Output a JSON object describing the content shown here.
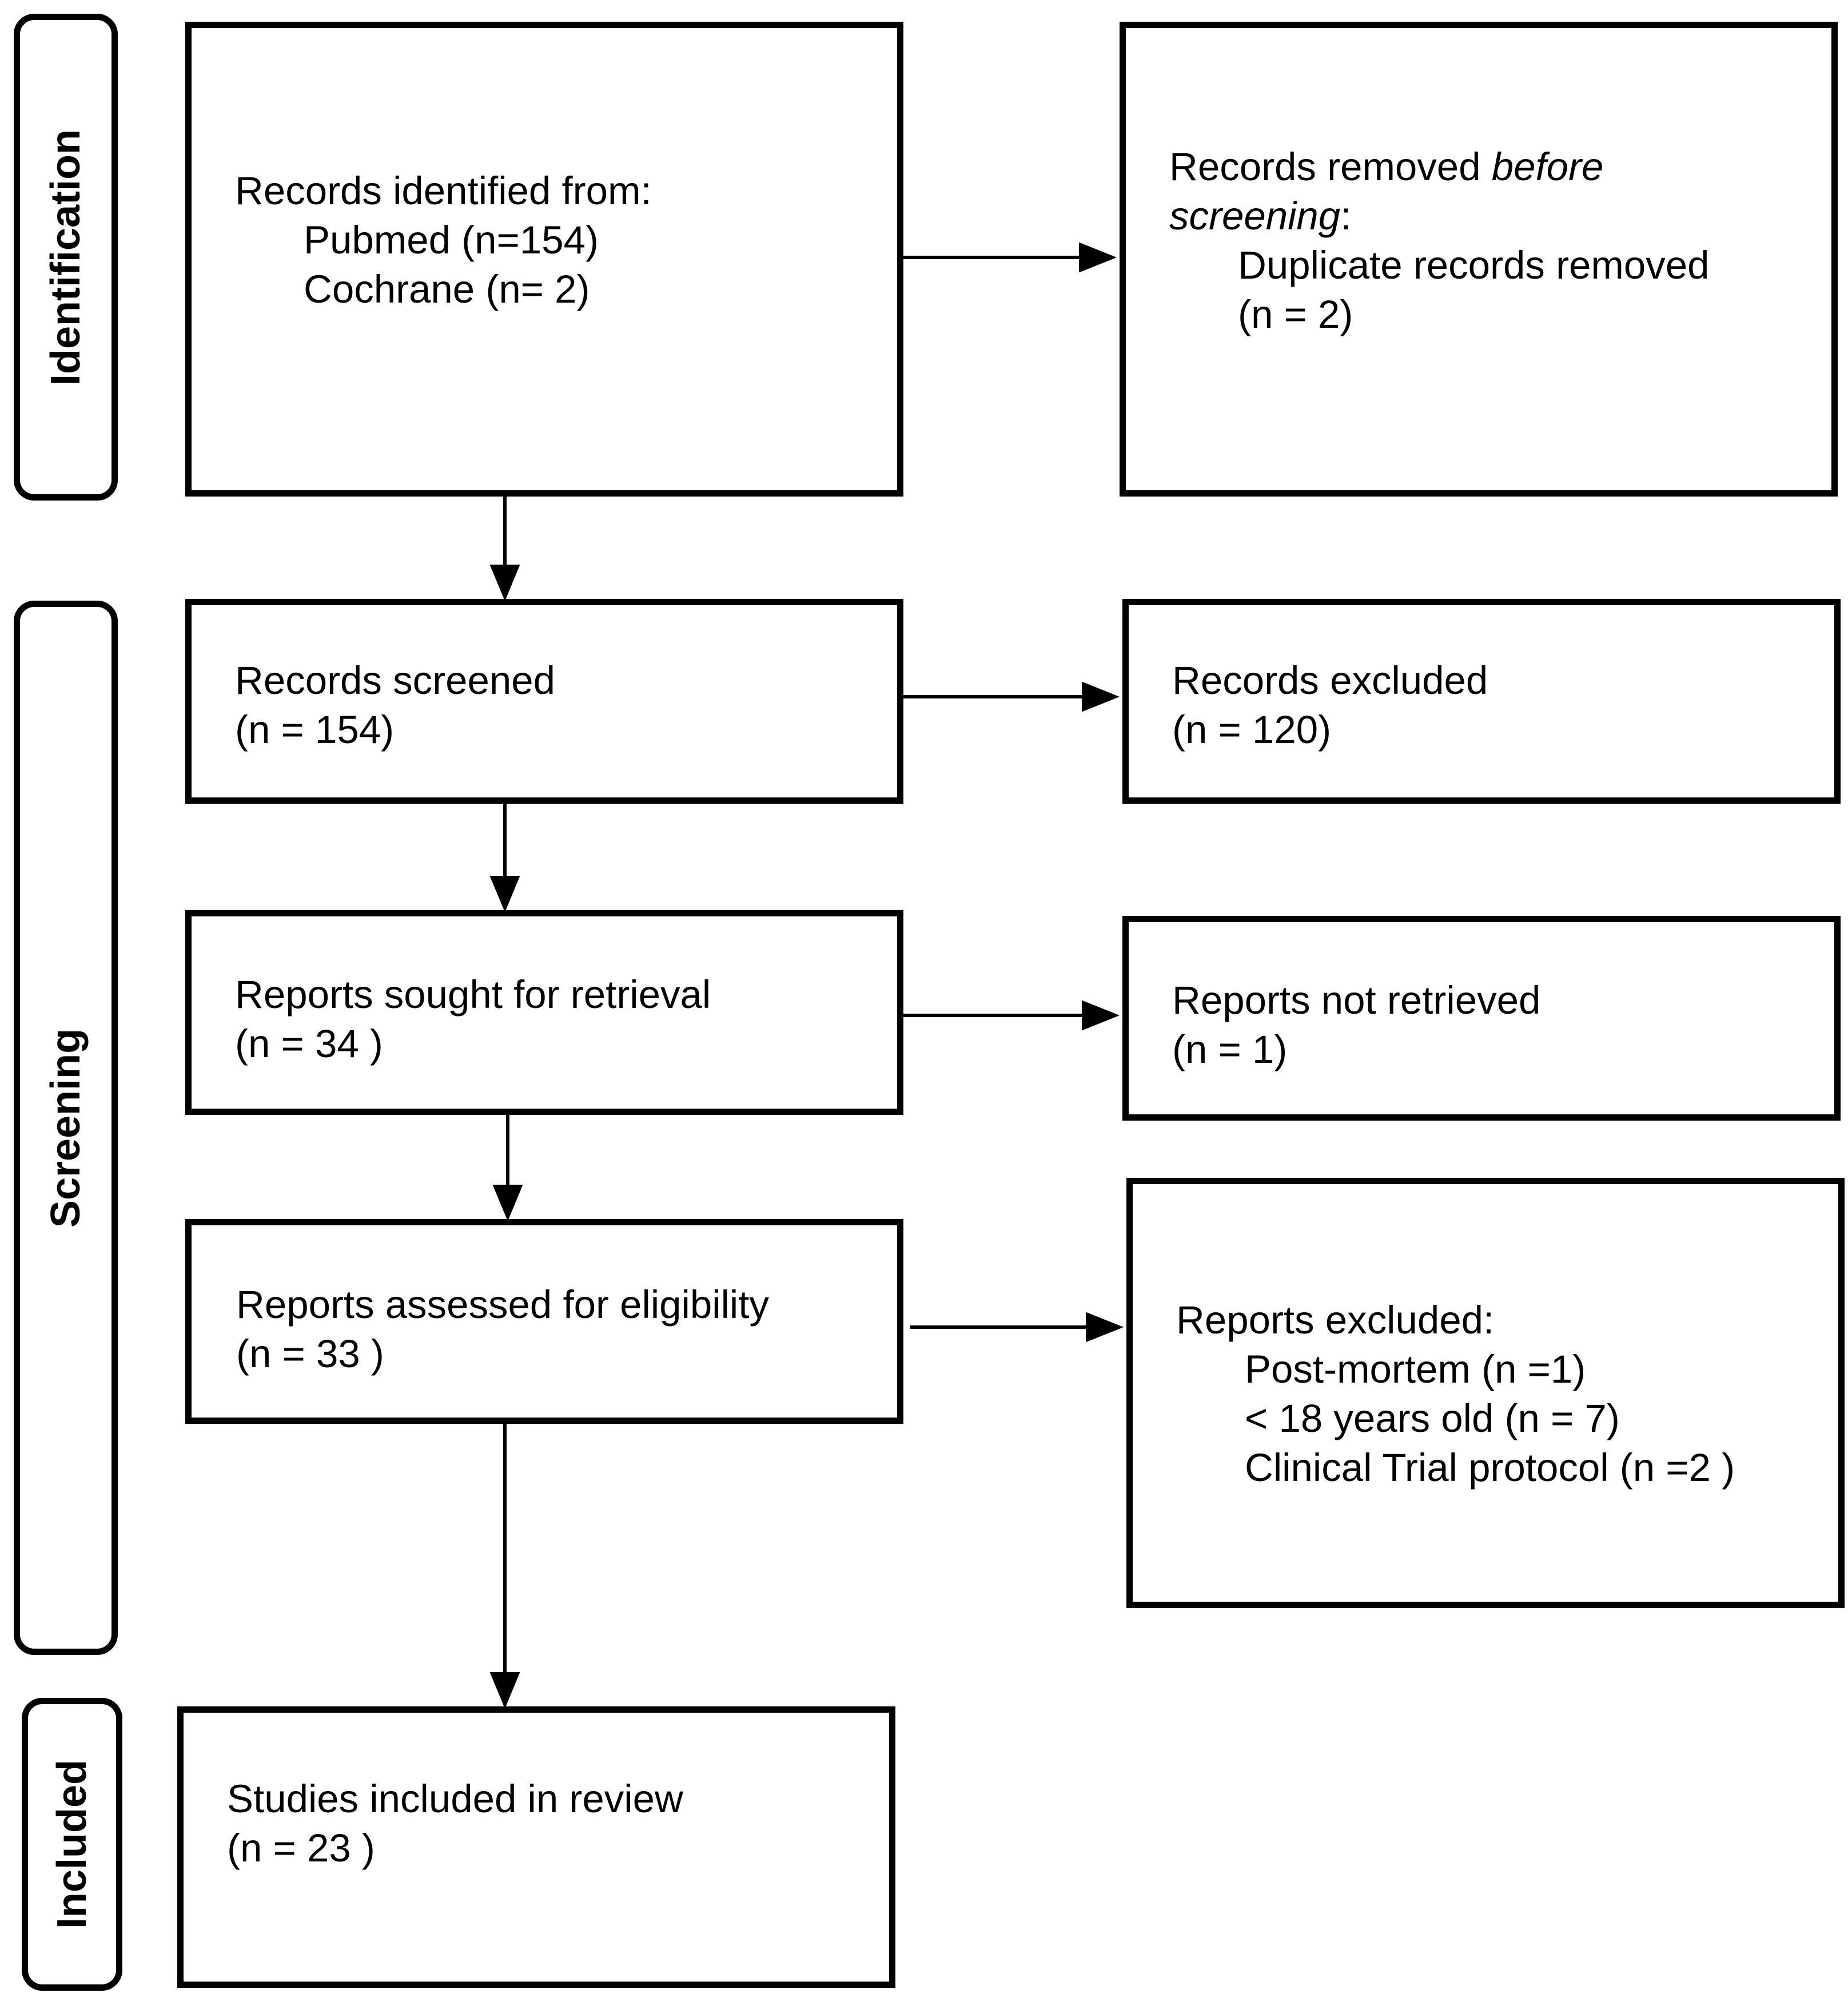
{
  "phases": {
    "identification": "Identification",
    "screening": "Screening",
    "included": "Included"
  },
  "boxes": {
    "identified": {
      "line1": "Records identified from:",
      "line2": "Pubmed (n=154)",
      "line3": "Cochrane (n= 2)"
    },
    "removed": {
      "line1a": "Records removed ",
      "line1b": "before",
      "line2a": "screening",
      "line2b": ":",
      "line3": "Duplicate records removed",
      "line4": "(n = 2)"
    },
    "screened": {
      "line1": "Records screened",
      "line2": "(n = 154)"
    },
    "excluded": {
      "line1": "Records excluded",
      "line2": "(n = 120)"
    },
    "sought": {
      "line1": "Reports sought for retrieval",
      "line2": "(n = 34 )"
    },
    "not_retrieved": {
      "line1": "Reports not retrieved",
      "line2": "(n = 1)"
    },
    "assessed": {
      "line1": "Reports assessed for eligibility",
      "line2": "(n = 33 )"
    },
    "reports_excluded": {
      "line1": "Reports excluded:",
      "line2": "Post-mortem (n =1)",
      "line3": "< 18 years old (n = 7)",
      "line4": "Clinical Trial protocol (n =2 )"
    },
    "included": {
      "line1": "Studies included in review",
      "line2": "(n = 23 )"
    }
  }
}
